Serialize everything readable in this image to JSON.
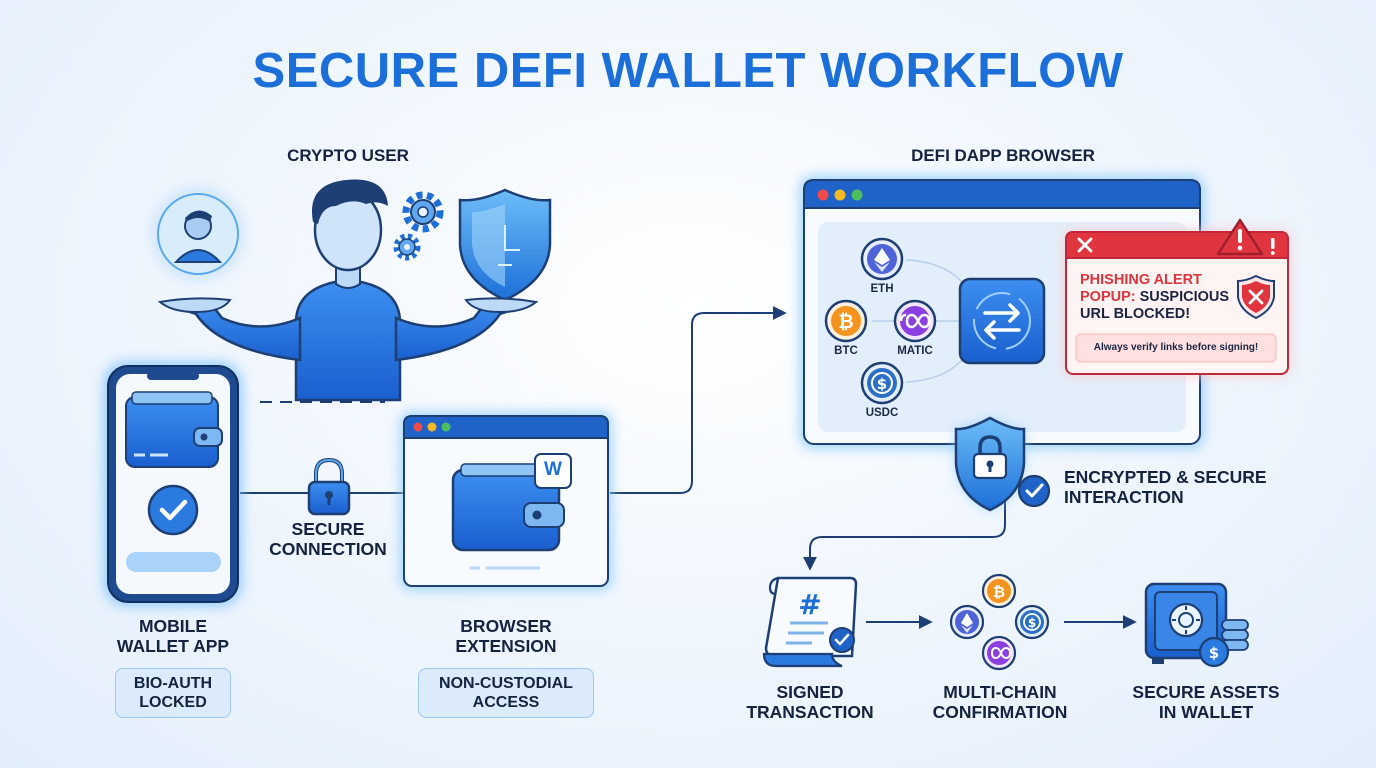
{
  "title": "SECURE DEFI WALLET WORKFLOW",
  "sections": {
    "crypto_user": "CRYPTO USER",
    "dapp_browser": "DEFI DAPP BROWSER"
  },
  "mobile_wallet": {
    "label_line1": "MOBILE",
    "label_line2": "WALLET APP",
    "badge_line1": "BIO-AUTH",
    "badge_line2": "LOCKED"
  },
  "secure_connection": {
    "line1": "SECURE",
    "line2": "CONNECTION"
  },
  "browser_extension": {
    "label_line1": "BROWSER",
    "label_line2": "EXTENSION",
    "badge_line1": "NON-CUSTODIAL",
    "badge_line2": "ACCESS",
    "logo_letter": "W"
  },
  "coins": [
    {
      "symbol": "ETH",
      "color": "#4f63d8"
    },
    {
      "symbol": "BTC",
      "color": "#f5931f"
    },
    {
      "symbol": "MATIC",
      "color": "#8b3fe0"
    },
    {
      "symbol": "USDC",
      "color": "#2b6fc7"
    }
  ],
  "phishing_alert": {
    "line1": "PHISHING ALERT",
    "line2_red": "POPUP:",
    "line2_dark": " SUSPICIOUS",
    "line3": "URL BLOCKED!",
    "note": "Always verify links before signing!"
  },
  "encrypted": {
    "line1": "ENCRYPTED & SECURE",
    "line2": "INTERACTION"
  },
  "steps": [
    {
      "line1": "SIGNED",
      "line2": "TRANSACTION"
    },
    {
      "line1": "MULTI-CHAIN",
      "line2": "CONFIRMATION"
    },
    {
      "line1": "SECURE ASSETS",
      "line2": "IN WALLET"
    }
  ],
  "colors": {
    "primary": "#1c6fd8",
    "glow": "#5fb2f5",
    "alert_red": "#e0353f",
    "bitcoin": "#f5931f",
    "ethereum": "#4f63d8",
    "polygon": "#8b3fe0",
    "usdc": "#2b6fc7"
  }
}
